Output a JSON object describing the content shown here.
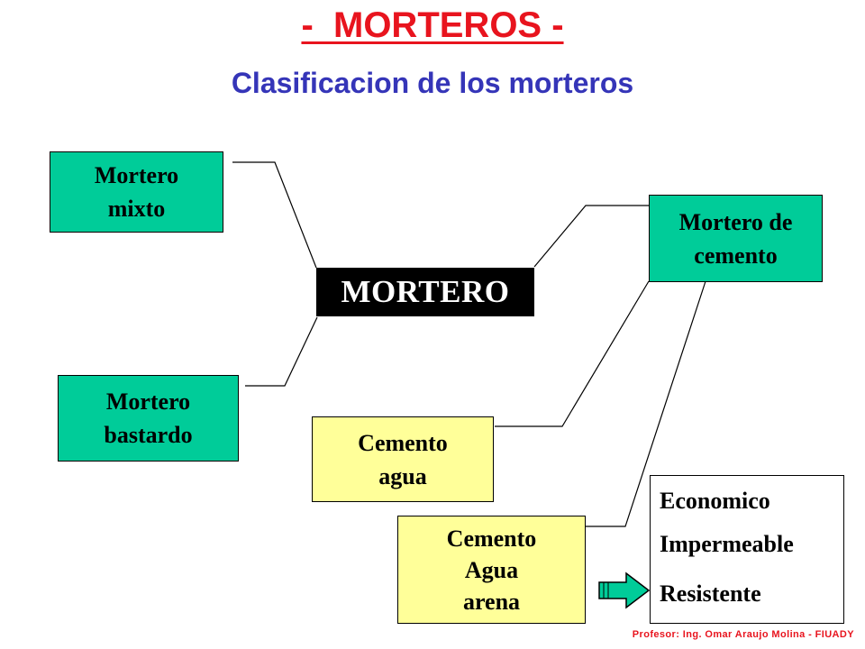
{
  "title": "-  MORTEROS -",
  "subtitle": "Clasificacion  de los morteros",
  "center": "MORTERO",
  "boxes": {
    "mixto": [
      "Mortero",
      "mixto"
    ],
    "bastardo": [
      "Mortero",
      "bastardo"
    ],
    "cemento": [
      "Mortero de",
      "cemento"
    ],
    "cemento_agua": [
      "Cemento",
      "agua"
    ],
    "cemento_agua_arena": [
      "Cemento",
      "Agua",
      "arena"
    ]
  },
  "properties": [
    "Economico",
    "Impermeable",
    "Resistente"
  ],
  "footer": "Profesor: Ing. Omar Araujo Molina - FIUADY",
  "colors": {
    "title": "#e8141e",
    "subtitle": "#3535b8",
    "green_box": "#00cc99",
    "yellow_box": "#ffff99",
    "arrow": "#00cc99"
  }
}
